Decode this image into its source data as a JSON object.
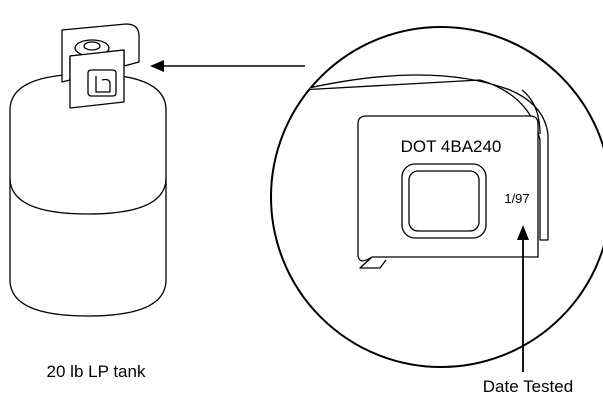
{
  "labels": {
    "dot_spec": "DOT 4BA240",
    "test_date": "1/97",
    "tank_caption": "20 lb LP tank",
    "date_tested": "Date Tested"
  }
}
